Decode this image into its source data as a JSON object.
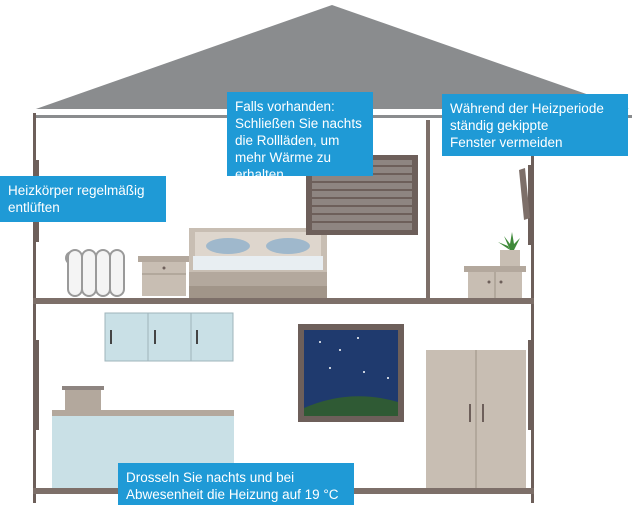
{
  "callouts": {
    "radiator": "Heizkörper regelmäßig\nentlüften",
    "shutters": "Falls vorhanden:\nSchließen Sie nachts\ndie Rollläden, um\nmehr Wärme zu\nerhalten",
    "window": "Während der Heizperiode\nständig gekippte\nFenster vermeiden",
    "throttle": "Drosseln Sie nachts und bei\nAbwesenheit die Heizung auf 19 °C"
  },
  "colors": {
    "roof": "#8a8c8e",
    "wall": "#6d5f5a",
    "floor": "#7d6f69",
    "callout_bg": "#1f9ad6",
    "cabinet": "#c9e0e6",
    "furniture": "#c8beb3",
    "night_sky": "#1f3a6e",
    "hill": "#2f5a34"
  },
  "icons": [
    "radiator-icon",
    "bed-icon",
    "shutter-window-icon",
    "plant-icon",
    "cabinet-icon",
    "moon-window-icon",
    "wardrobe-icon",
    "kitchen-counter-icon",
    "pot-icon"
  ]
}
